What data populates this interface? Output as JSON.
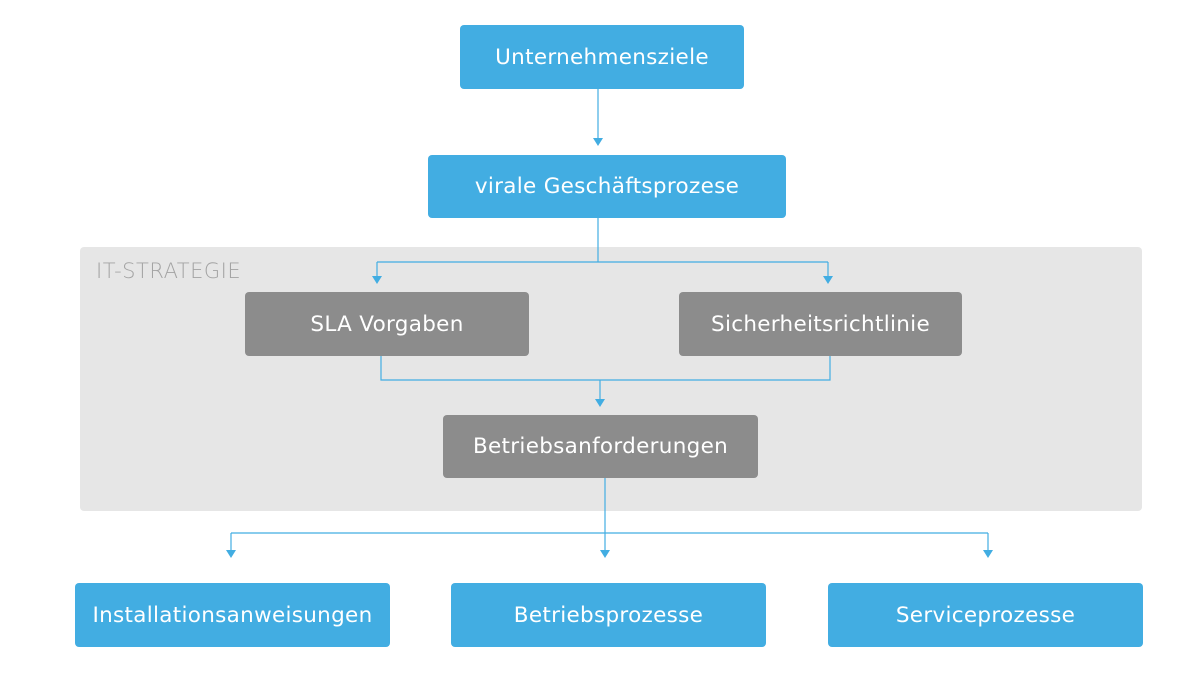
{
  "colors": {
    "node_blue": "#42ade2",
    "node_gray": "#8c8c8c",
    "group_background": "#e6e6e6",
    "group_label": "#a3a3a3",
    "connector": "#42ade2"
  },
  "group": {
    "label": "IT-STRATEGIE"
  },
  "nodes": {
    "unternehmensziele": "Unternehmensziele",
    "geschaeftsprozese": "virale Geschäftsprozese",
    "sla_vorgaben": "SLA Vorgaben",
    "sicherheitsrichtlinie": "Sicherheitsrichtlinie",
    "betriebsanforderungen": "Betriebsanforderungen",
    "installationsanweisungen": "Installationsanweisungen",
    "betriebsprozesse": "Betriebsprozesse",
    "serviceprozesse": "Serviceprozesse"
  },
  "edges": [
    {
      "from": "Unternehmensziele",
      "to": "virale Geschäftsprozese"
    },
    {
      "from": "virale Geschäftsprozese",
      "to": "SLA Vorgaben"
    },
    {
      "from": "virale Geschäftsprozese",
      "to": "Sicherheitsrichtlinie"
    },
    {
      "from": "SLA Vorgaben",
      "to": "Betriebsanforderungen"
    },
    {
      "from": "Sicherheitsrichtlinie",
      "to": "Betriebsanforderungen"
    },
    {
      "from": "Betriebsanforderungen",
      "to": "Installationsanweisungen"
    },
    {
      "from": "Betriebsanforderungen",
      "to": "Betriebsprozesse"
    },
    {
      "from": "Betriebsanforderungen",
      "to": "Serviceprozesse"
    }
  ]
}
